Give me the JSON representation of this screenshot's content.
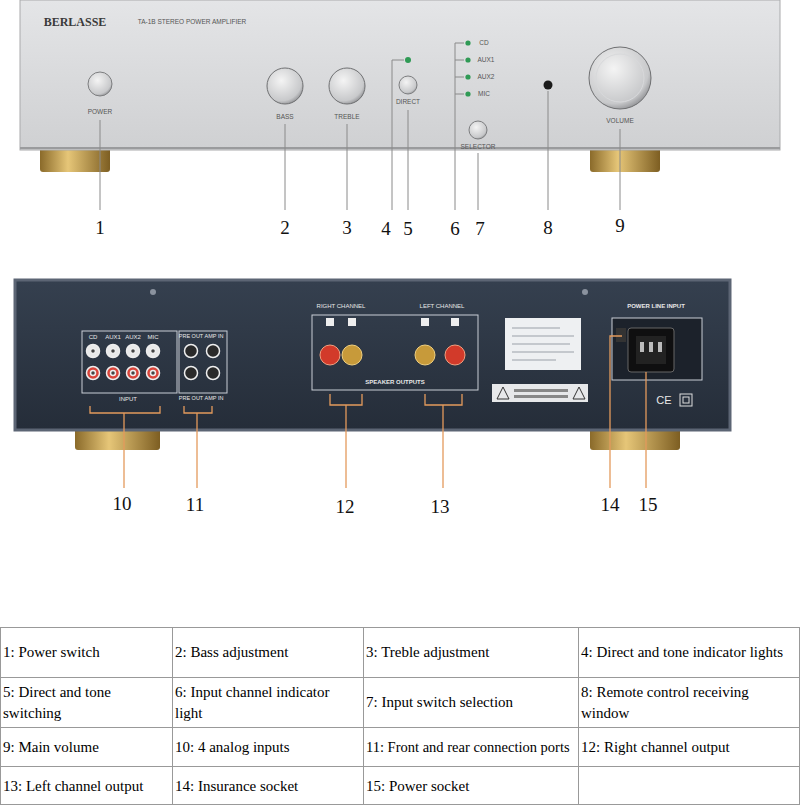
{
  "diagram": {
    "nodes": [
      {
        "text": [
          "BERLASSE",
          "TA-1B STEREO POWER AMPLIFIER",
          "POWER",
          "BASS",
          "TREBLE",
          "DIRECT",
          "CD",
          "AUX1",
          "AUX2",
          "MIC",
          "SELECTOR",
          "VOLUME"
        ]
      },
      {
        "text": [
          "CD",
          "AUX1",
          "AUX2",
          "MIC",
          "PRE OUT",
          "AMP IN",
          "INPUT",
          "PRE OUT",
          "AMP IN",
          "RIGHT CHANNEL",
          "LEFT CHANNEL",
          "SPEAKER OUTPUTS",
          "POWER LINE INPUT",
          "CE"
        ]
      }
    ],
    "labels": [
      "1",
      "2",
      "3",
      "4",
      "5",
      "6",
      "7",
      "8",
      "9",
      "10",
      "11",
      "12",
      "13",
      "14",
      "15",
      "1: Power switch",
      "2: Bass adjustment",
      "3: Treble adjustment",
      "4: Direct and tone indicator lights",
      "5: Direct and tone switching",
      "6: Input channel indicator light",
      "7: Input switch selection",
      "8: Remote control receiving window",
      "9: Main volume",
      "10: 4 analog inputs",
      "11: Front and rear connection ports",
      "12: Right channel output",
      "13: Left channel output",
      "14: Insurance socket",
      "15: Power socket"
    ]
  }
}
